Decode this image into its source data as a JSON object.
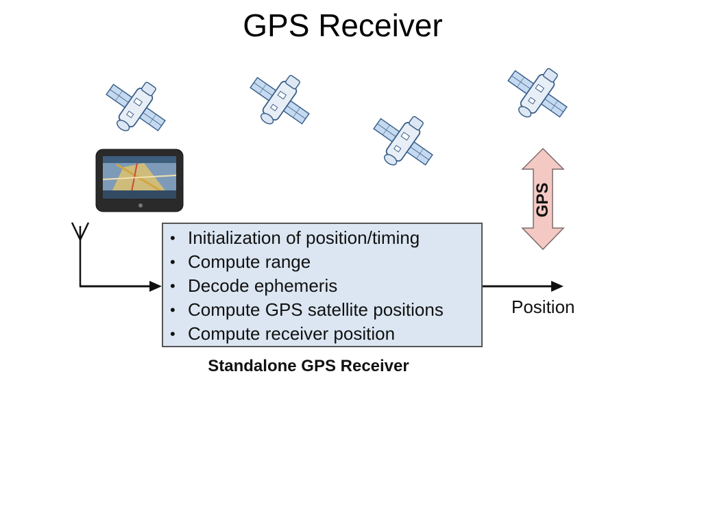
{
  "title": "GPS Receiver",
  "receiver_box": {
    "items": [
      "Initialization of position/timing",
      "Compute range",
      "Decode ephemeris",
      "Compute GPS satellite positions",
      "Compute receiver position"
    ],
    "bullet": "•"
  },
  "caption": "Standalone GPS Receiver",
  "output_label": "Position",
  "signal_label": "GPS",
  "icons": {
    "satellite": "satellite-icon",
    "device": "gps-navigation-device-icon",
    "antenna": "antenna-icon"
  },
  "colors": {
    "box_fill": "#dbe6f2",
    "signal_arrow": "#f4c9c4",
    "satellite_panel": "#c5daf0"
  }
}
